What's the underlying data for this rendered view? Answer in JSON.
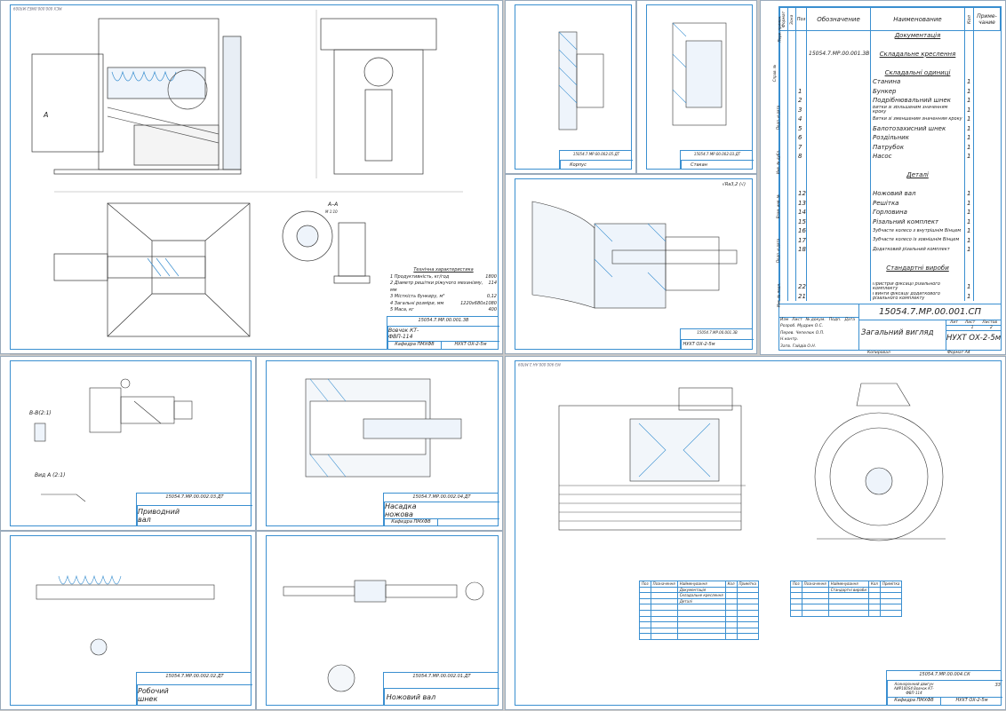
{
  "assembly": {
    "stamp": "МСХ 000.000.0МЕ2.МЛ009",
    "tech_title": "Технічна характеристика",
    "tech": [
      {
        "label": "1 Продуктивність, кг/год",
        "value": "1800"
      },
      {
        "label": "2 Діаметр решітки ріжучого механізму, мм",
        "value": "114"
      },
      {
        "label": "3 Місткість бункеру, м³",
        "value": "0,12"
      },
      {
        "label": "4 Загальні розміри, мм",
        "value": "1220х680х1080"
      },
      {
        "label": "5 Маса, кг",
        "value": "400"
      }
    ],
    "section_label": "А–А",
    "section_scale": "М 1:10",
    "view_label": "A",
    "title_block": {
      "code": "15054.7.МР.00.001.3В",
      "name": "Вовчок КТ-ФВП-114",
      "org": "Кафедра ПМХФВ",
      "group": "НУХТ ОХ-2-5м"
    }
  },
  "detail_sheets": [
    {
      "name": "Корпус",
      "code": "15054.7.МР.00.002.05.ДТ"
    },
    {
      "name": "Стакан",
      "code": "15054.7.МР.00.002.03.ДТ"
    },
    {
      "name": "Приводний вал",
      "code": "15054.7.МР.00.002.03.ДТ"
    },
    {
      "name": "Насадка ножова",
      "code": "15054.7.МР.00.002.04.ДТ",
      "org": "Кафедра ПМХФВ"
    },
    {
      "name": "Робочий шнек",
      "code": "15054.7.МР.00.002.02.ДТ"
    },
    {
      "name": "Ножовий вал",
      "code": "15054.7.МР.00.002.01.ДТ"
    }
  ],
  "labels": {
    "view_b": "В-В(2:1)",
    "view_a": "Вид А (2:1)",
    "roughness": "√Ra3,2 (√)"
  },
  "specification": {
    "headers": {
      "format": "Формат",
      "zone": "Зона",
      "pos": "Поз",
      "designation": "Обозначение",
      "name": "Наименование",
      "qty": "Кол",
      "note": "Приме-чание"
    },
    "side_labels": [
      "Перв. примен.",
      "Справ. №",
      "Подп. и дата",
      "Инв. № дубл.",
      "Взам. инв. №",
      "Подп. и дата",
      "Инв. № подл."
    ],
    "rows": [
      {
        "pos": "",
        "des": "",
        "name": "Документація",
        "qty": "",
        "section": true
      },
      {
        "pos": "",
        "des": "",
        "name": "",
        "qty": ""
      },
      {
        "pos": "",
        "des": "15054.7.МР.00.001.3В",
        "name": "Складальне креслення",
        "qty": "",
        "section": true
      },
      {
        "pos": "",
        "des": "",
        "name": "",
        "qty": ""
      },
      {
        "pos": "",
        "des": "",
        "name": "Складальні одиниці",
        "qty": "",
        "section": true
      },
      {
        "pos": "",
        "des": "",
        "name": "Станина",
        "qty": "1"
      },
      {
        "pos": "1",
        "des": "",
        "name": "Бункер",
        "qty": "1"
      },
      {
        "pos": "2",
        "des": "",
        "name": "Подрібнювальний шнек",
        "qty": "1"
      },
      {
        "pos": "3",
        "des": "",
        "name": "Витки зі збільшеним значенням кроку",
        "qty": "1"
      },
      {
        "pos": "4",
        "des": "",
        "name": "Витки зі зменшеним значенням кроку",
        "qty": "1"
      },
      {
        "pos": "5",
        "des": "",
        "name": "Балотозахисний шнек",
        "qty": "1"
      },
      {
        "pos": "6",
        "des": "",
        "name": "Роздільник",
        "qty": "1"
      },
      {
        "pos": "7",
        "des": "",
        "name": "Патрубок",
        "qty": "1"
      },
      {
        "pos": "8",
        "des": "",
        "name": "Насос",
        "qty": "1"
      },
      {
        "pos": "",
        "des": "",
        "name": "",
        "qty": ""
      },
      {
        "pos": "",
        "des": "",
        "name": "Деталі",
        "qty": "",
        "section": true
      },
      {
        "pos": "",
        "des": "",
        "name": "",
        "qty": ""
      },
      {
        "pos": "12",
        "des": "",
        "name": "Ножовий вал",
        "qty": "1"
      },
      {
        "pos": "13",
        "des": "",
        "name": "Решітка",
        "qty": "1"
      },
      {
        "pos": "14",
        "des": "",
        "name": "Горловина",
        "qty": "1"
      },
      {
        "pos": "15",
        "des": "",
        "name": "Різальний комплект",
        "qty": "1"
      },
      {
        "pos": "16",
        "des": "",
        "name": "Зубчасте колесо з внутрішнім Вінцем",
        "qty": "1"
      },
      {
        "pos": "17",
        "des": "",
        "name": "Зубчасте колесо із зовнішнім Вінцем",
        "qty": "1"
      },
      {
        "pos": "18",
        "des": "",
        "name": "Додатковий різальний комплект",
        "qty": "1"
      },
      {
        "pos": "",
        "des": "",
        "name": "",
        "qty": ""
      },
      {
        "pos": "",
        "des": "",
        "name": "Стандартні вироби",
        "qty": "",
        "section": true
      },
      {
        "pos": "",
        "des": "",
        "name": "",
        "qty": ""
      },
      {
        "pos": "22",
        "des": "",
        "name": "Пристрій фіксації різального комплекту",
        "qty": "1"
      },
      {
        "pos": "21",
        "des": "",
        "name": "Гвинти фіксації додаткового різального комплекту",
        "qty": "1"
      }
    ],
    "title_block": {
      "code": "15054.7.МР.00.001.СП",
      "name": "Загальний вигляд",
      "group": "НУХТ ОХ-2-5м",
      "cols": [
        "Изм",
        "Лист",
        "№ докум.",
        "Подп.",
        "Дата"
      ],
      "people": [
        {
          "role": "Розроб.",
          "name": "Мудрик О.С."
        },
        {
          "role": "Перев.",
          "name": "Чепелюк О.П."
        },
        {
          "role": "Н.контр.",
          "name": ""
        },
        {
          "role": "Затв.",
          "name": "Гайдів О.Н."
        }
      ],
      "lit_label": "Лит",
      "sheet_label": "Лист",
      "sheets_label": "Листов",
      "sheet": "1",
      "sheets": "2",
      "footer_copy": "Копировал",
      "footer_format": "Формат",
      "format": "A4"
    }
  },
  "motor_sheet": {
    "stamp": "МЭ 900.000.АН 2.МЛ09",
    "code": "15054.7.МР.00.004.СК",
    "name": "Асинхронний двигун АИР100S4 Вовчок КТ-ФВП-114",
    "org": "Кафедра ПМХФВ",
    "group": "НУХТ ОХ-2-5м",
    "sheets": "33",
    "parts_table": {
      "headers": [
        "Поз",
        "Позначення",
        "Найменування",
        "Кол",
        "Примітка"
      ],
      "left_sections": [
        "Документація",
        "Складальне креслення",
        "Деталі"
      ],
      "right_sections": [
        "Стандартні вироби"
      ]
    }
  }
}
